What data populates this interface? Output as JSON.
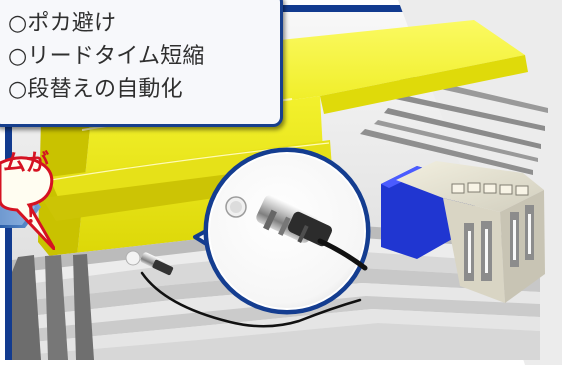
{
  "callout": {
    "items": [
      "○ポカ避け",
      "○リードタイム短縮",
      "○段替えの自動化"
    ]
  },
  "speech_fragment": {
    "line1": "ムが",
    "line2": "！"
  },
  "colors": {
    "frame_blue": "#123b8f",
    "callout_border": "#173f8d",
    "yellow": "#f1ef1d",
    "warning_red": "#d51222",
    "controller_blue": "#1630d8"
  }
}
